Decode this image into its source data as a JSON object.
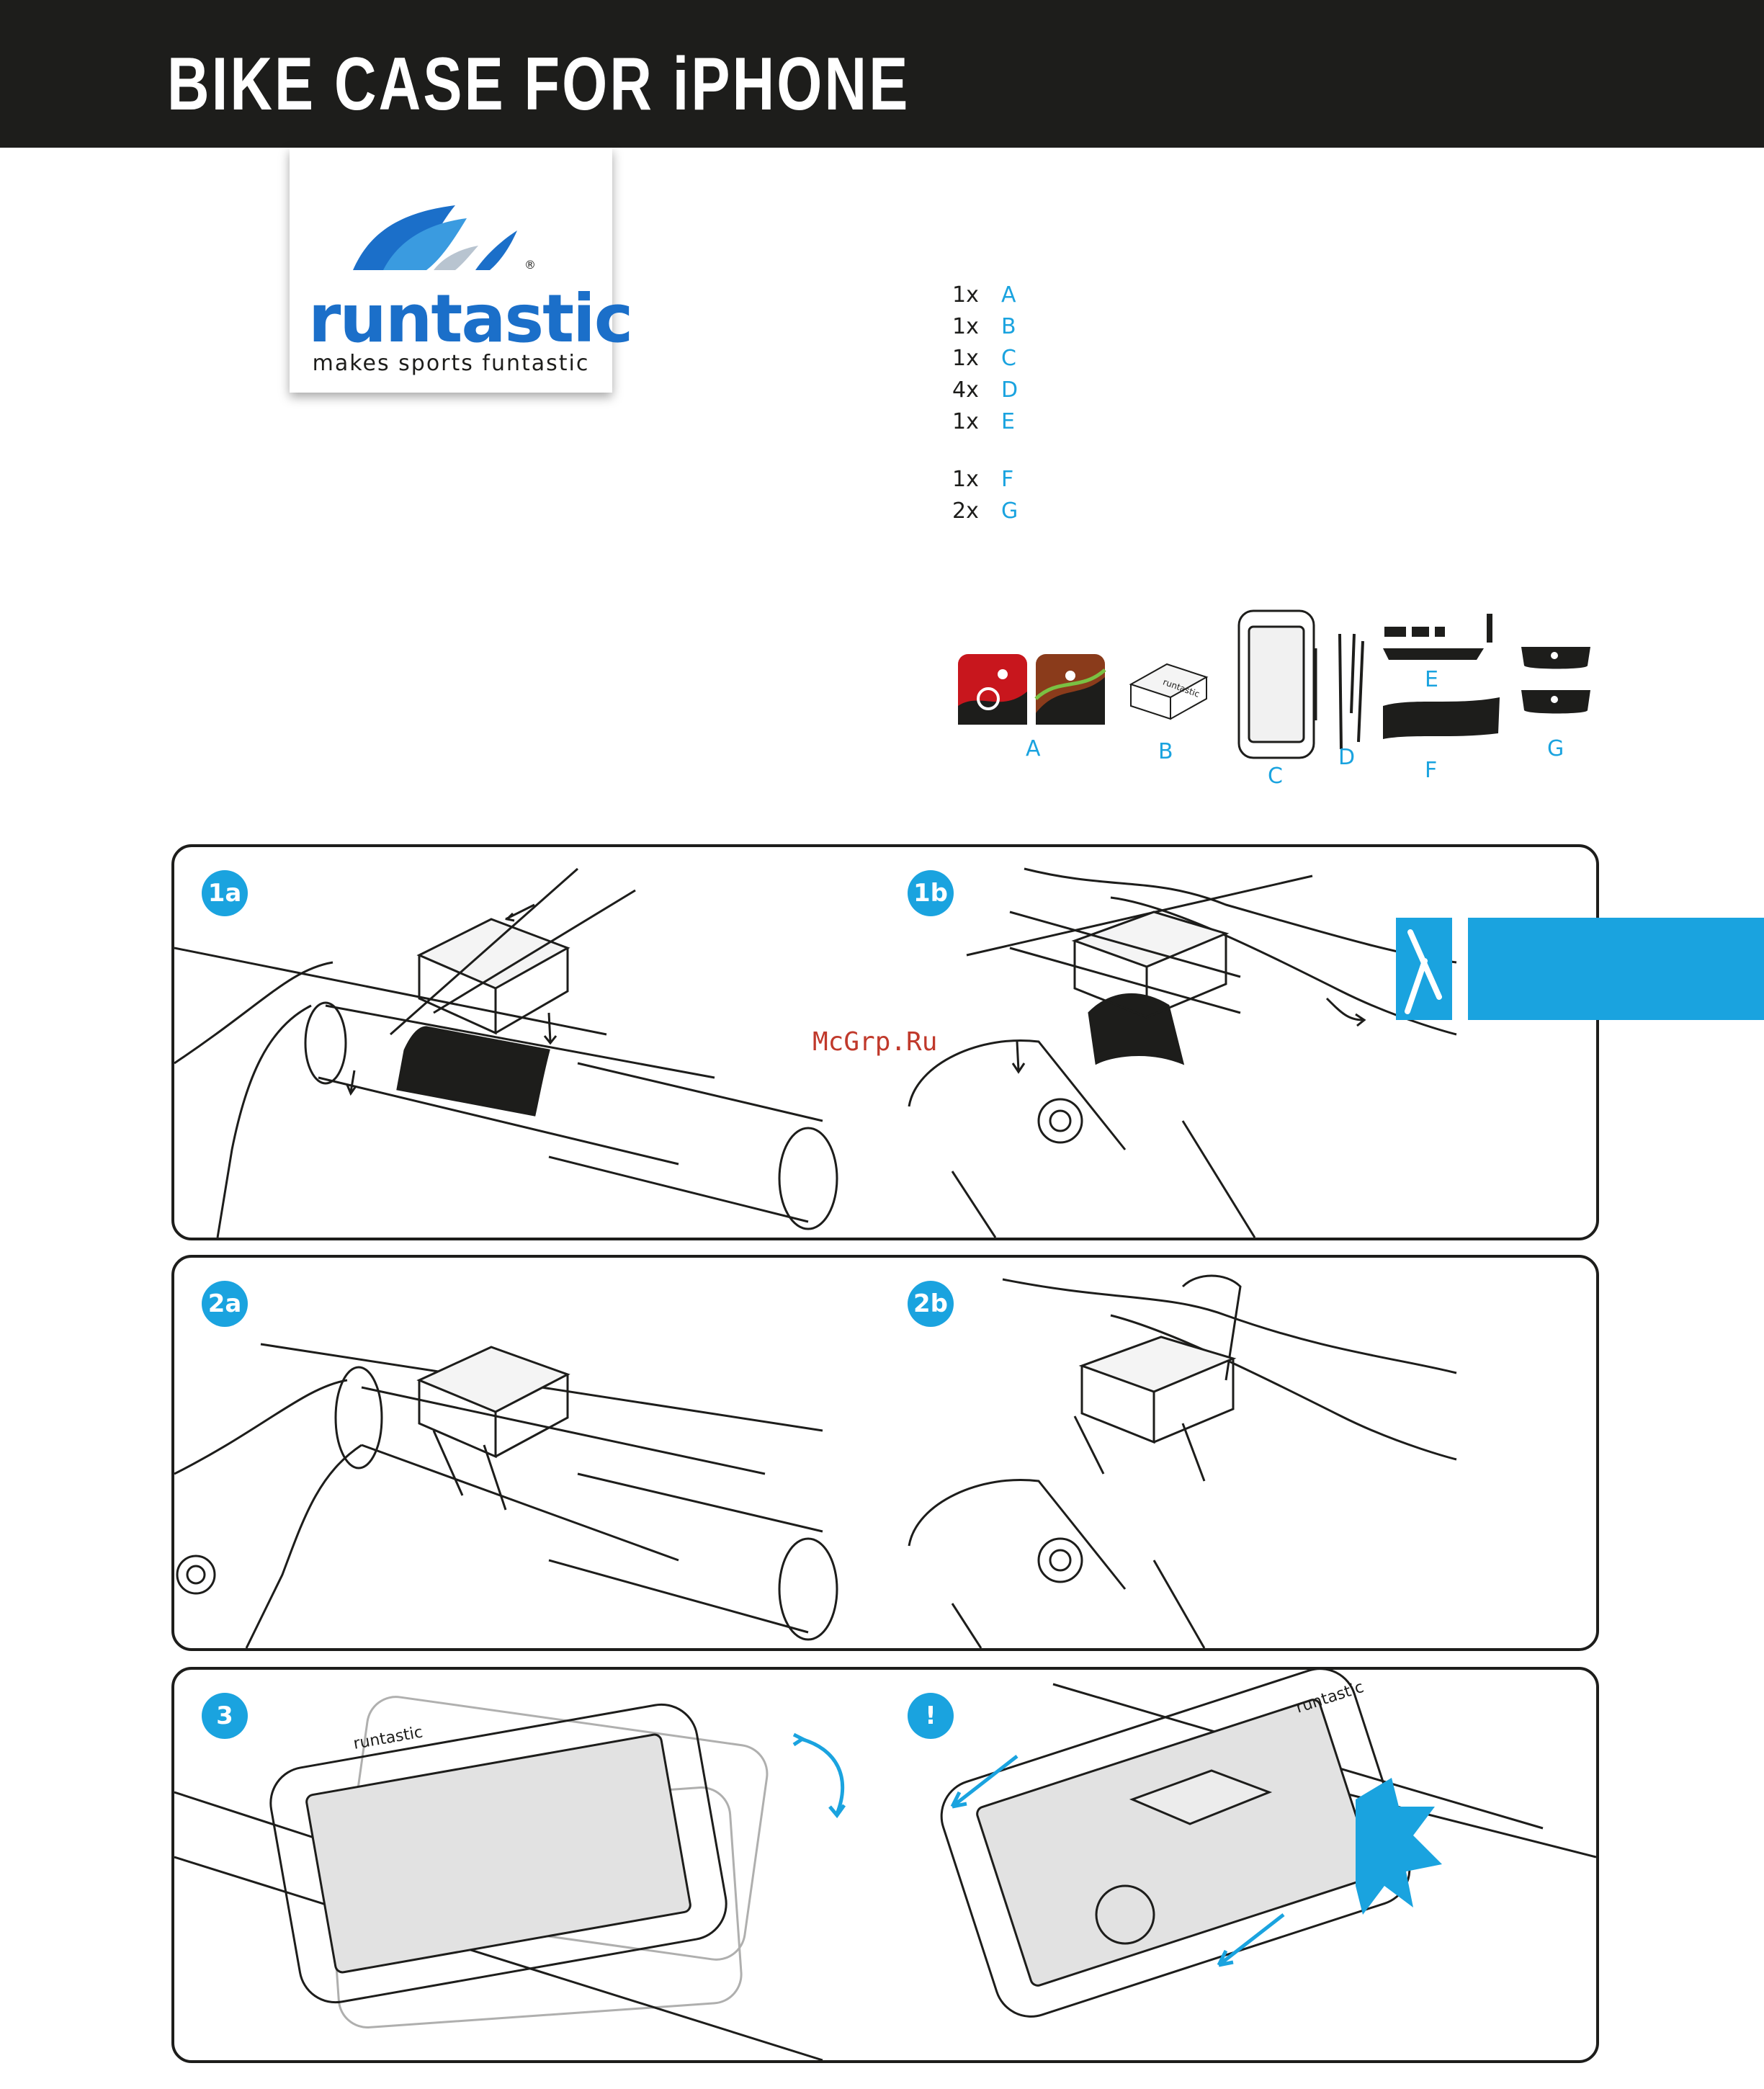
{
  "header": {
    "title": "BIKE CASE FOR iPHONE"
  },
  "logo": {
    "wordmark": "runtastic",
    "tagline": "makes sports funtastic",
    "registered": "®"
  },
  "parts": [
    {
      "qty": "1x",
      "letter": "A"
    },
    {
      "qty": "1x",
      "letter": "B"
    },
    {
      "qty": "1x",
      "letter": "C"
    },
    {
      "qty": "4x",
      "letter": "D"
    },
    {
      "qty": "1x",
      "letter": "E"
    },
    {
      "qty": "1x",
      "letter": "F"
    },
    {
      "qty": "2x",
      "letter": "G"
    }
  ],
  "part_labels": {
    "a": "A",
    "b": "B",
    "c": "C",
    "d": "D",
    "e": "E",
    "f": "F",
    "g": "G"
  },
  "steps": {
    "s1a": "1a",
    "s1b": "1b",
    "s2a": "2a",
    "s2b": "2b",
    "s3": "3",
    "warn": "!"
  },
  "mount_brand": "runtastic",
  "watermark": "McGrp.Ru",
  "colors": {
    "accent": "#1aa3df",
    "dark": "#1d1d1b",
    "logo_blue": "#1b6fc9"
  }
}
